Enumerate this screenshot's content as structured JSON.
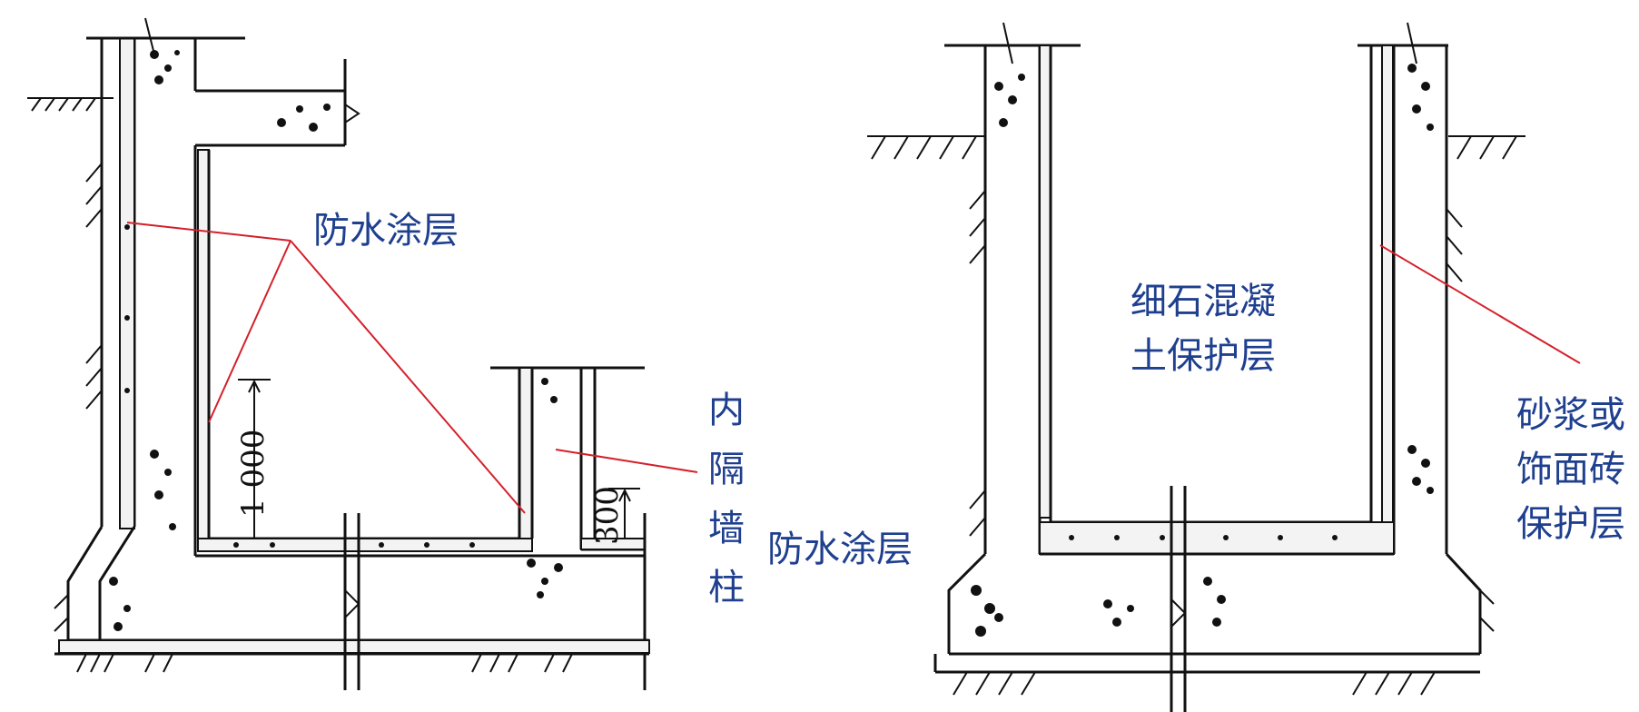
{
  "labels": {
    "left_coating": "防水涂层",
    "bottom_coating": "防水涂层",
    "inner_wall_1": "内",
    "inner_wall_2": "隔",
    "inner_wall_3": "墙",
    "inner_wall_4": "柱",
    "right_concrete_1": "细石混凝",
    "right_concrete_2": "土保护层",
    "right_mortar_1": "砂浆或",
    "right_mortar_2": "饰面砖",
    "right_mortar_3": "保护层"
  },
  "dimensions": {
    "height_1000": "1 000",
    "height_300": "300"
  },
  "colors": {
    "label": "#1f3f8f",
    "leader": "#d4202a",
    "line": "#111111"
  }
}
